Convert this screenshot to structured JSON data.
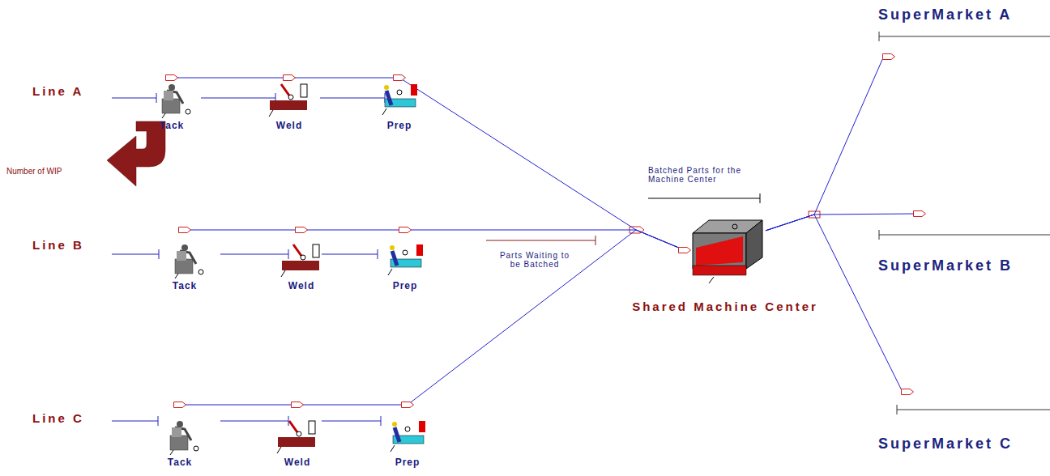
{
  "diagram": {
    "nodes": [
      {
        "text": [
          "Tack"
        ]
      },
      {
        "text": [
          "Weld"
        ]
      },
      {
        "text": [
          "Prep"
        ]
      },
      {
        "text": [
          "Tack"
        ]
      },
      {
        "text": [
          "Weld"
        ]
      },
      {
        "text": [
          "Prep"
        ]
      },
      {
        "text": [
          "Tack"
        ]
      },
      {
        "text": [
          "Weld"
        ]
      },
      {
        "text": [
          "Prep"
        ]
      },
      {
        "text": [
          "Shared Machine Center"
        ]
      },
      {
        "text": [
          "SuperMarket A"
        ]
      },
      {
        "text": [
          "SuperMarket B"
        ]
      },
      {
        "text": [
          "SuperMarket C"
        ]
      }
    ],
    "edges": [
      {
        "from": 0,
        "to": 1,
        "arrow": "none"
      },
      {
        "from": 1,
        "to": 2,
        "arrow": "none"
      },
      {
        "from": 2,
        "to": 9,
        "arrow": "none"
      },
      {
        "from": 3,
        "to": 4,
        "arrow": "none"
      },
      {
        "from": 4,
        "to": 5,
        "arrow": "none"
      },
      {
        "from": 5,
        "to": 9,
        "arrow": "none"
      },
      {
        "from": 6,
        "to": 7,
        "arrow": "none"
      },
      {
        "from": 7,
        "to": 8,
        "arrow": "none"
      },
      {
        "from": 8,
        "to": 9,
        "arrow": "none"
      },
      {
        "from": 9,
        "to": 10,
        "arrow": "none"
      },
      {
        "from": 9,
        "to": 11,
        "arrow": "none"
      },
      {
        "from": 9,
        "to": 12,
        "arrow": "none"
      }
    ],
    "labels": [
      "Line A",
      "Line B",
      "Line C",
      "Number of WIP",
      "Batched Parts for the Machine Center",
      "Parts Waiting to be Batched"
    ]
  }
}
